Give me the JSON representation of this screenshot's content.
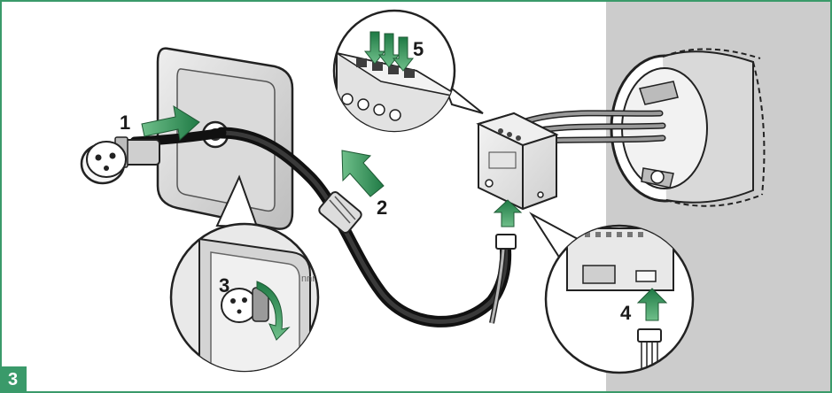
{
  "figure": {
    "badge_number": "3",
    "accent_color": "#2e8b57",
    "frame_color": "#3a9a6a",
    "wall_color": "#cccccc"
  },
  "steps": [
    {
      "id": "1",
      "label": "1"
    },
    {
      "id": "2",
      "label": "2"
    },
    {
      "id": "3",
      "label": "3"
    },
    {
      "id": "4",
      "label": "4"
    },
    {
      "id": "5",
      "label": "5"
    }
  ]
}
